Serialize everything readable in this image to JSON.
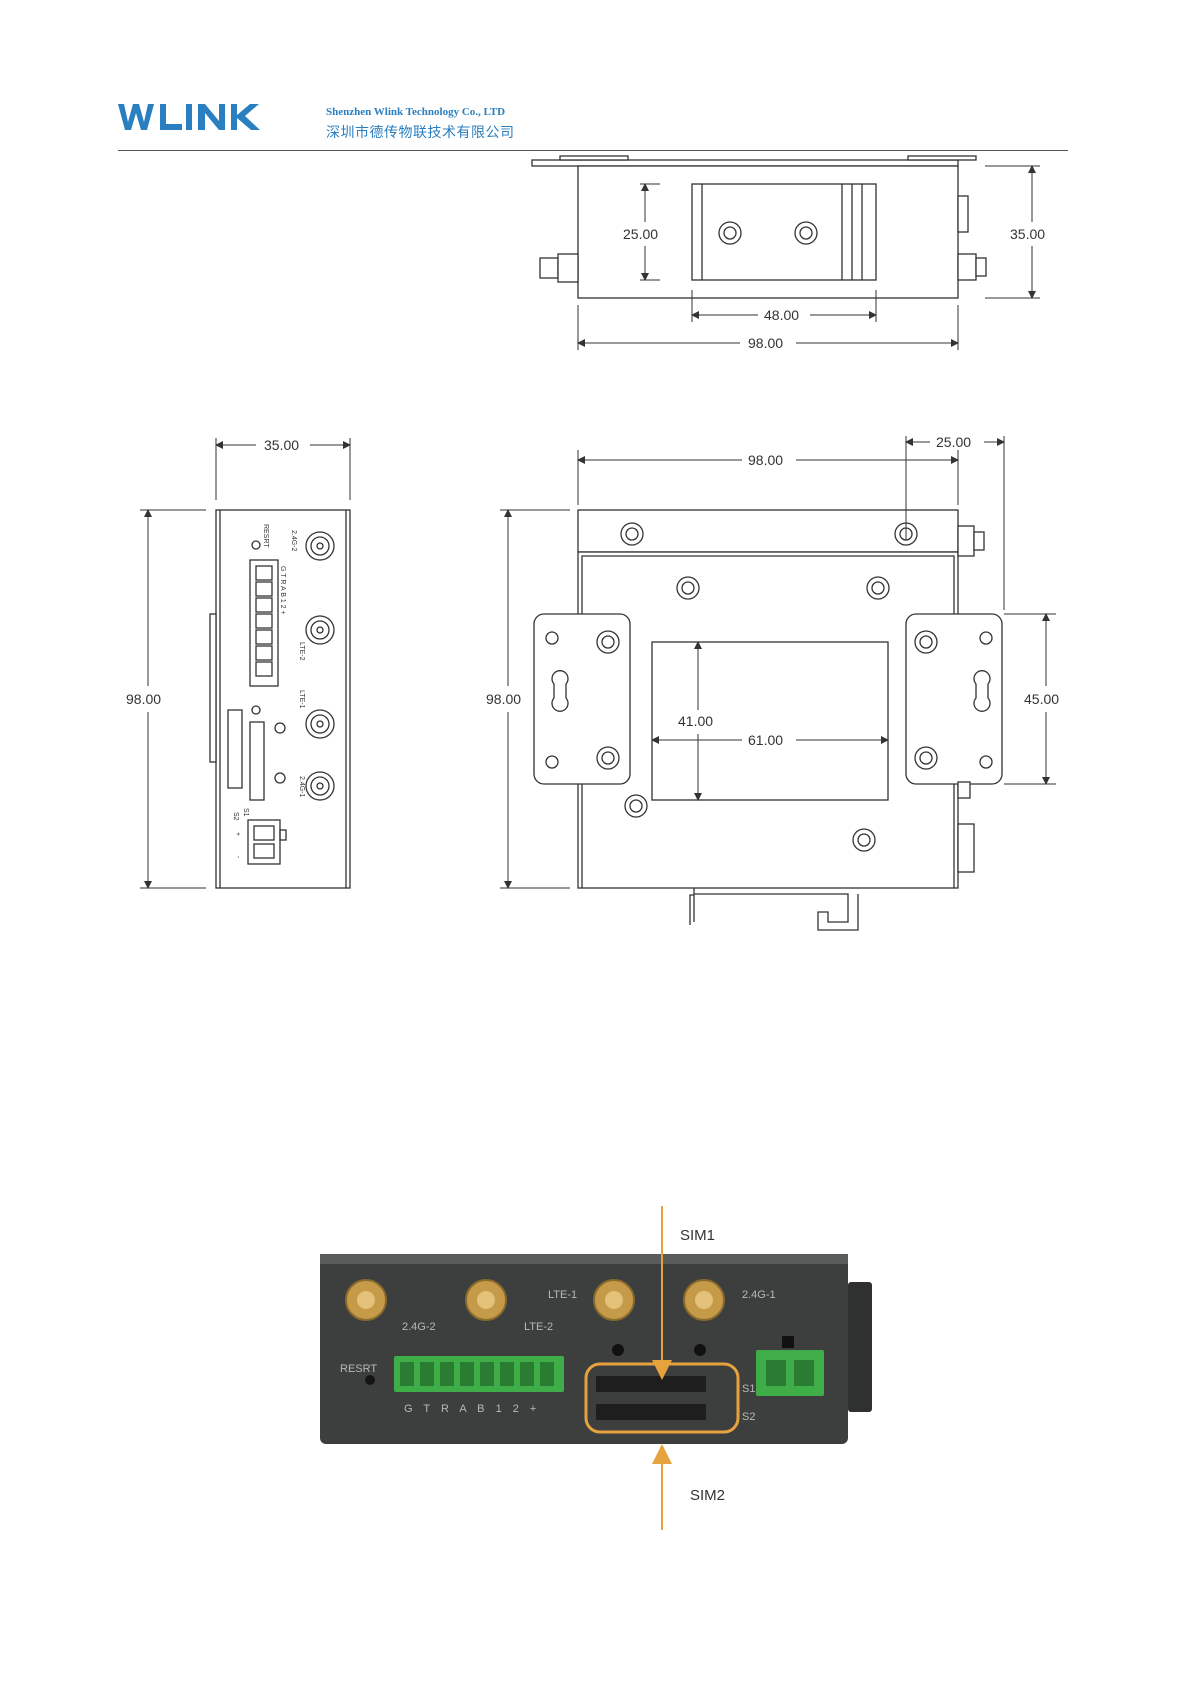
{
  "header": {
    "logo_text": "WLINK",
    "company_en": "Shenzhen Wlink Technology Co., LTD",
    "company_cn": "深圳市德传物联技术有限公司"
  },
  "top_view": {
    "height_inner": "25.00",
    "height_outer": "35.00",
    "width_inner": "48.00",
    "width_outer": "98.00"
  },
  "side_view": {
    "width": "35.00",
    "height": "98.00",
    "labels": {
      "reset": "RESRT",
      "ant_24g2": "2.4G-2",
      "ant_lte2": "LTE-2",
      "ant_lte1": "LTE-1",
      "ant_24g1": "2.4G-1",
      "terminal": "G T R A B 1 2 +",
      "s1": "S1",
      "s2": "S2",
      "plus": "+",
      "minus": "-"
    }
  },
  "front_view": {
    "width": "98.00",
    "height": "98.00",
    "bracket_offset": "25.00",
    "bracket_height": "45.00",
    "label_h": "41.00",
    "label_w": "61.00"
  },
  "photo": {
    "labels": {
      "ant1": "2.4G-2",
      "ant2": "LTE-2",
      "ant3": "LTE-1",
      "ant4": "2.4G-1",
      "reset": "RESRT",
      "terminal": "G T R A B 1 2 +",
      "s1": "S1",
      "s2": "S2"
    },
    "sim1": "SIM1",
    "sim2": "SIM2"
  },
  "colors": {
    "brand_blue": "#2a7fc0",
    "terminal_green": "#3fae48",
    "highlight_orange": "#e6a23c",
    "device_body": "#3d3f3e"
  }
}
